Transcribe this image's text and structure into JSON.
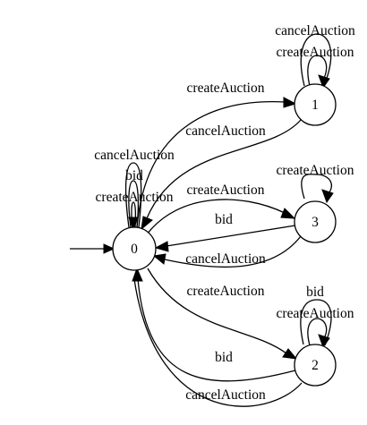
{
  "diagram": {
    "type": "state-machine",
    "nodes": [
      {
        "id": "0",
        "label": "0",
        "initial": true
      },
      {
        "id": "1",
        "label": "1"
      },
      {
        "id": "3",
        "label": "3"
      },
      {
        "id": "2",
        "label": "2"
      }
    ],
    "edges": [
      {
        "id": "e-0-0-cancel",
        "from": "0",
        "to": "0",
        "label": "cancelAuction"
      },
      {
        "id": "e-0-0-bid",
        "from": "0",
        "to": "0",
        "label": "bid"
      },
      {
        "id": "e-0-0-create",
        "from": "0",
        "to": "0",
        "label": "createAuction"
      },
      {
        "id": "e-0-1-create",
        "from": "0",
        "to": "1",
        "label": "createAuction"
      },
      {
        "id": "e-1-0-cancel",
        "from": "1",
        "to": "0",
        "label": "cancelAuction"
      },
      {
        "id": "e-1-1-cancel",
        "from": "1",
        "to": "1",
        "label": "cancelAuction"
      },
      {
        "id": "e-1-1-create",
        "from": "1",
        "to": "1",
        "label": "createAuction"
      },
      {
        "id": "e-0-3-create",
        "from": "0",
        "to": "3",
        "label": "createAuction"
      },
      {
        "id": "e-3-0-bid",
        "from": "3",
        "to": "0",
        "label": "bid"
      },
      {
        "id": "e-3-0-cancel",
        "from": "3",
        "to": "0",
        "label": "cancelAuction"
      },
      {
        "id": "e-3-3-create",
        "from": "3",
        "to": "3",
        "label": "createAuction"
      },
      {
        "id": "e-0-2-create",
        "from": "0",
        "to": "2",
        "label": "createAuction"
      },
      {
        "id": "e-2-0-bid",
        "from": "2",
        "to": "0",
        "label": "bid"
      },
      {
        "id": "e-2-0-cancel",
        "from": "2",
        "to": "0",
        "label": "cancelAuction"
      },
      {
        "id": "e-2-2-bid",
        "from": "2",
        "to": "2",
        "label": "bid"
      },
      {
        "id": "e-2-2-create",
        "from": "2",
        "to": "2",
        "label": "createAuction"
      }
    ]
  }
}
